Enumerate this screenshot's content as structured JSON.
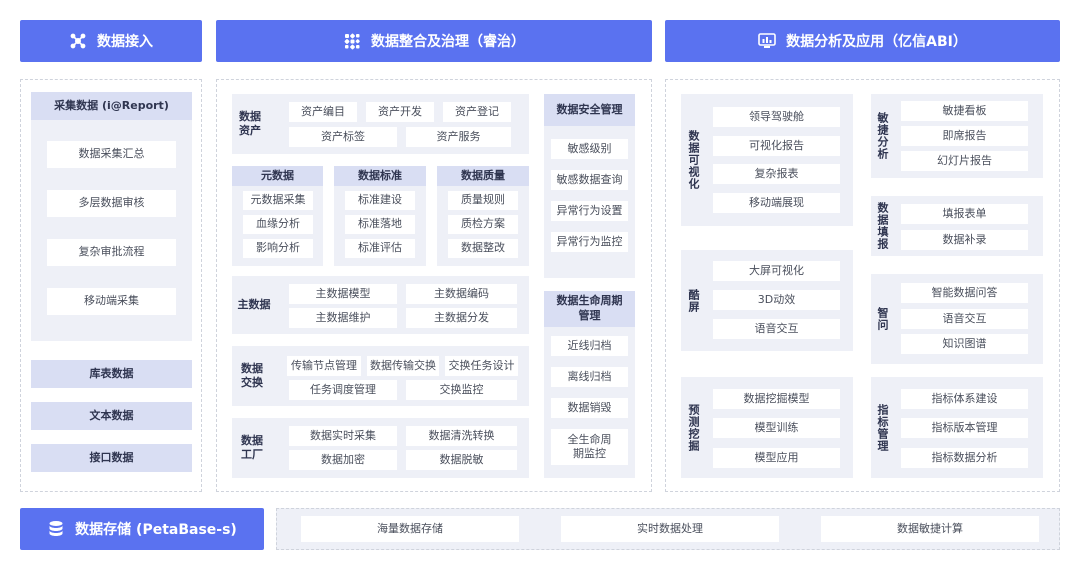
{
  "headers": {
    "access": "数据接入",
    "governance": "数据整合及治理（睿治）",
    "analysis": "数据分析及应用（亿信ABI）",
    "storage": "数据存储 (PetaBase-s)"
  },
  "access": {
    "collect_title": "采集数据 (i@Report)",
    "collect_items": [
      "数据采集汇总",
      "多层数据审核",
      "复杂审批流程",
      "移动端采集"
    ],
    "other_items": [
      "库表数据",
      "文本数据",
      "接口数据"
    ]
  },
  "gov": {
    "asset": {
      "label": "数据资产",
      "items": [
        "资产编目",
        "资产开发",
        "资产登记",
        "资产标签",
        "资产服务"
      ]
    },
    "meta": {
      "title": "元数据",
      "items": [
        "元数据采集",
        "血缘分析",
        "影响分析"
      ]
    },
    "standard": {
      "title": "数据标准",
      "items": [
        "标准建设",
        "标准落地",
        "标准评估"
      ]
    },
    "quality": {
      "title": "数据质量",
      "items": [
        "质量规则",
        "质检方案",
        "数据整改"
      ]
    },
    "master": {
      "label": "主数据",
      "items": [
        "主数据模型",
        "主数据编码",
        "主数据维护",
        "主数据分发"
      ]
    },
    "exchange": {
      "label": "数据交换",
      "items": [
        "传输节点管理",
        "数据传输交换",
        "交换任务设计",
        "任务调度管理",
        "交换监控"
      ]
    },
    "factory": {
      "label": "数据工厂",
      "items": [
        "数据实时采集",
        "数据清洗转换",
        "数据加密",
        "数据脱敏"
      ]
    },
    "security": {
      "title": "数据安全管理",
      "items": [
        "敏感级别",
        "敏感数据查询",
        "异常行为设置",
        "异常行为监控"
      ]
    },
    "lifecycle": {
      "title": "数据生命周期管理",
      "items": [
        "近线归档",
        "离线归档",
        "数据销毁",
        "全生命周期监控"
      ]
    }
  },
  "ana": {
    "visual": {
      "label": "数据可视化",
      "items": [
        "领导驾驶舱",
        "可视化报告",
        "复杂报表",
        "移动端展现"
      ]
    },
    "cool": {
      "label": "酷屏",
      "items": [
        "大屏可视化",
        "3D动效",
        "语音交互"
      ]
    },
    "mining": {
      "label": "预测挖掘",
      "items": [
        "数据挖掘模型",
        "模型训练",
        "模型应用"
      ]
    },
    "agile": {
      "label": "敏捷分析",
      "items": [
        "敏捷看板",
        "即席报告",
        "幻灯片报告"
      ]
    },
    "fill": {
      "label": "数据填报",
      "items": [
        "填报表单",
        "数据补录"
      ]
    },
    "smart": {
      "label": "智问",
      "items": [
        "智能数据问答",
        "语音交互",
        "知识图谱"
      ]
    },
    "metric": {
      "label": "指标管理",
      "items": [
        "指标体系建设",
        "指标版本管理",
        "指标数据分析"
      ]
    }
  },
  "storage": {
    "items": [
      "海量数据存储",
      "实时数据处理",
      "数据敏捷计算"
    ]
  },
  "colors": {
    "header": "#5a72f0",
    "block": "#eef0f7",
    "title": "#d9def3"
  }
}
